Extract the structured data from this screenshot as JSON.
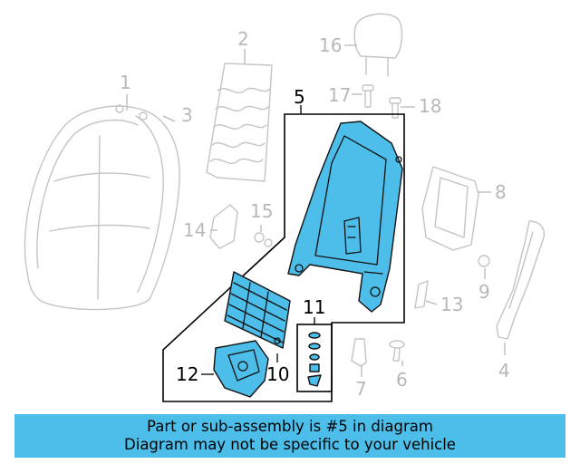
{
  "diagram": {
    "callouts": [
      "1",
      "2",
      "3",
      "4",
      "5",
      "6",
      "7",
      "8",
      "9",
      "10",
      "11",
      "12",
      "13",
      "14",
      "15",
      "16",
      "17",
      "18"
    ],
    "highlighted_callout": "5",
    "colors": {
      "highlight": "#4dbde9",
      "inactive_part": "#c4c4c4",
      "frame": "#000000"
    }
  },
  "banner": {
    "line1": "Part or sub-assembly is #5 in diagram",
    "line2": "Diagram may not be specific to your vehicle"
  }
}
